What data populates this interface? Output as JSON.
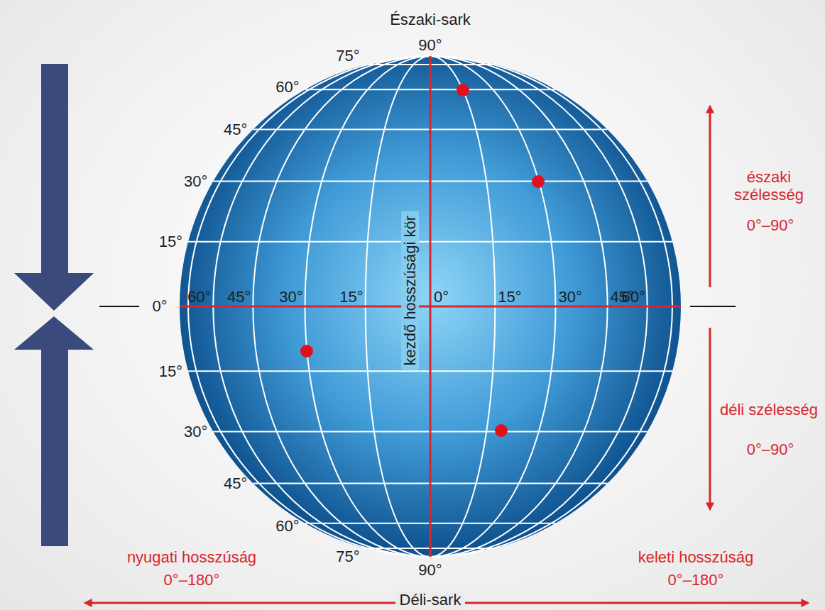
{
  "diagram": {
    "labels": [
      "Északi-sark",
      "90°",
      "75°",
      "60°",
      "45°",
      "30°",
      "15°",
      "0°",
      "60°",
      "45°",
      "30°",
      "15°",
      "0°",
      "15°",
      "30°",
      "45°",
      "60°",
      "kezdő hosszúsági kör",
      "15°",
      "30°",
      "45°",
      "60°",
      "75°",
      "90°",
      "Déli-sark",
      "északi szélesség",
      "0°–90°",
      "déli szélesség",
      "0°–90°",
      "nyugati hosszúság",
      "0°–180°",
      "keleti hosszúság",
      "0°–180°"
    ]
  }
}
